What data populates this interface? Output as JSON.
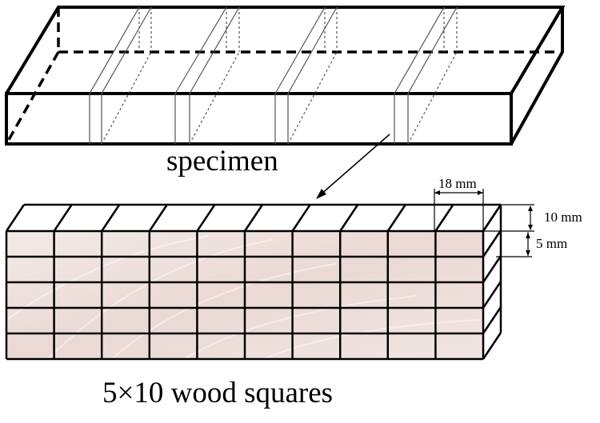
{
  "labels": {
    "specimen": "specimen",
    "grid_caption": "5×10 wood squares"
  },
  "dimensions": {
    "width": "18 mm",
    "depth": "10 mm",
    "height": "5 mm"
  },
  "grid": {
    "rows": 5,
    "cols": 10
  },
  "colors": {
    "line": "#000000",
    "wood_light": "#f1e5e1",
    "wood_dark": "#d9c2bd"
  }
}
